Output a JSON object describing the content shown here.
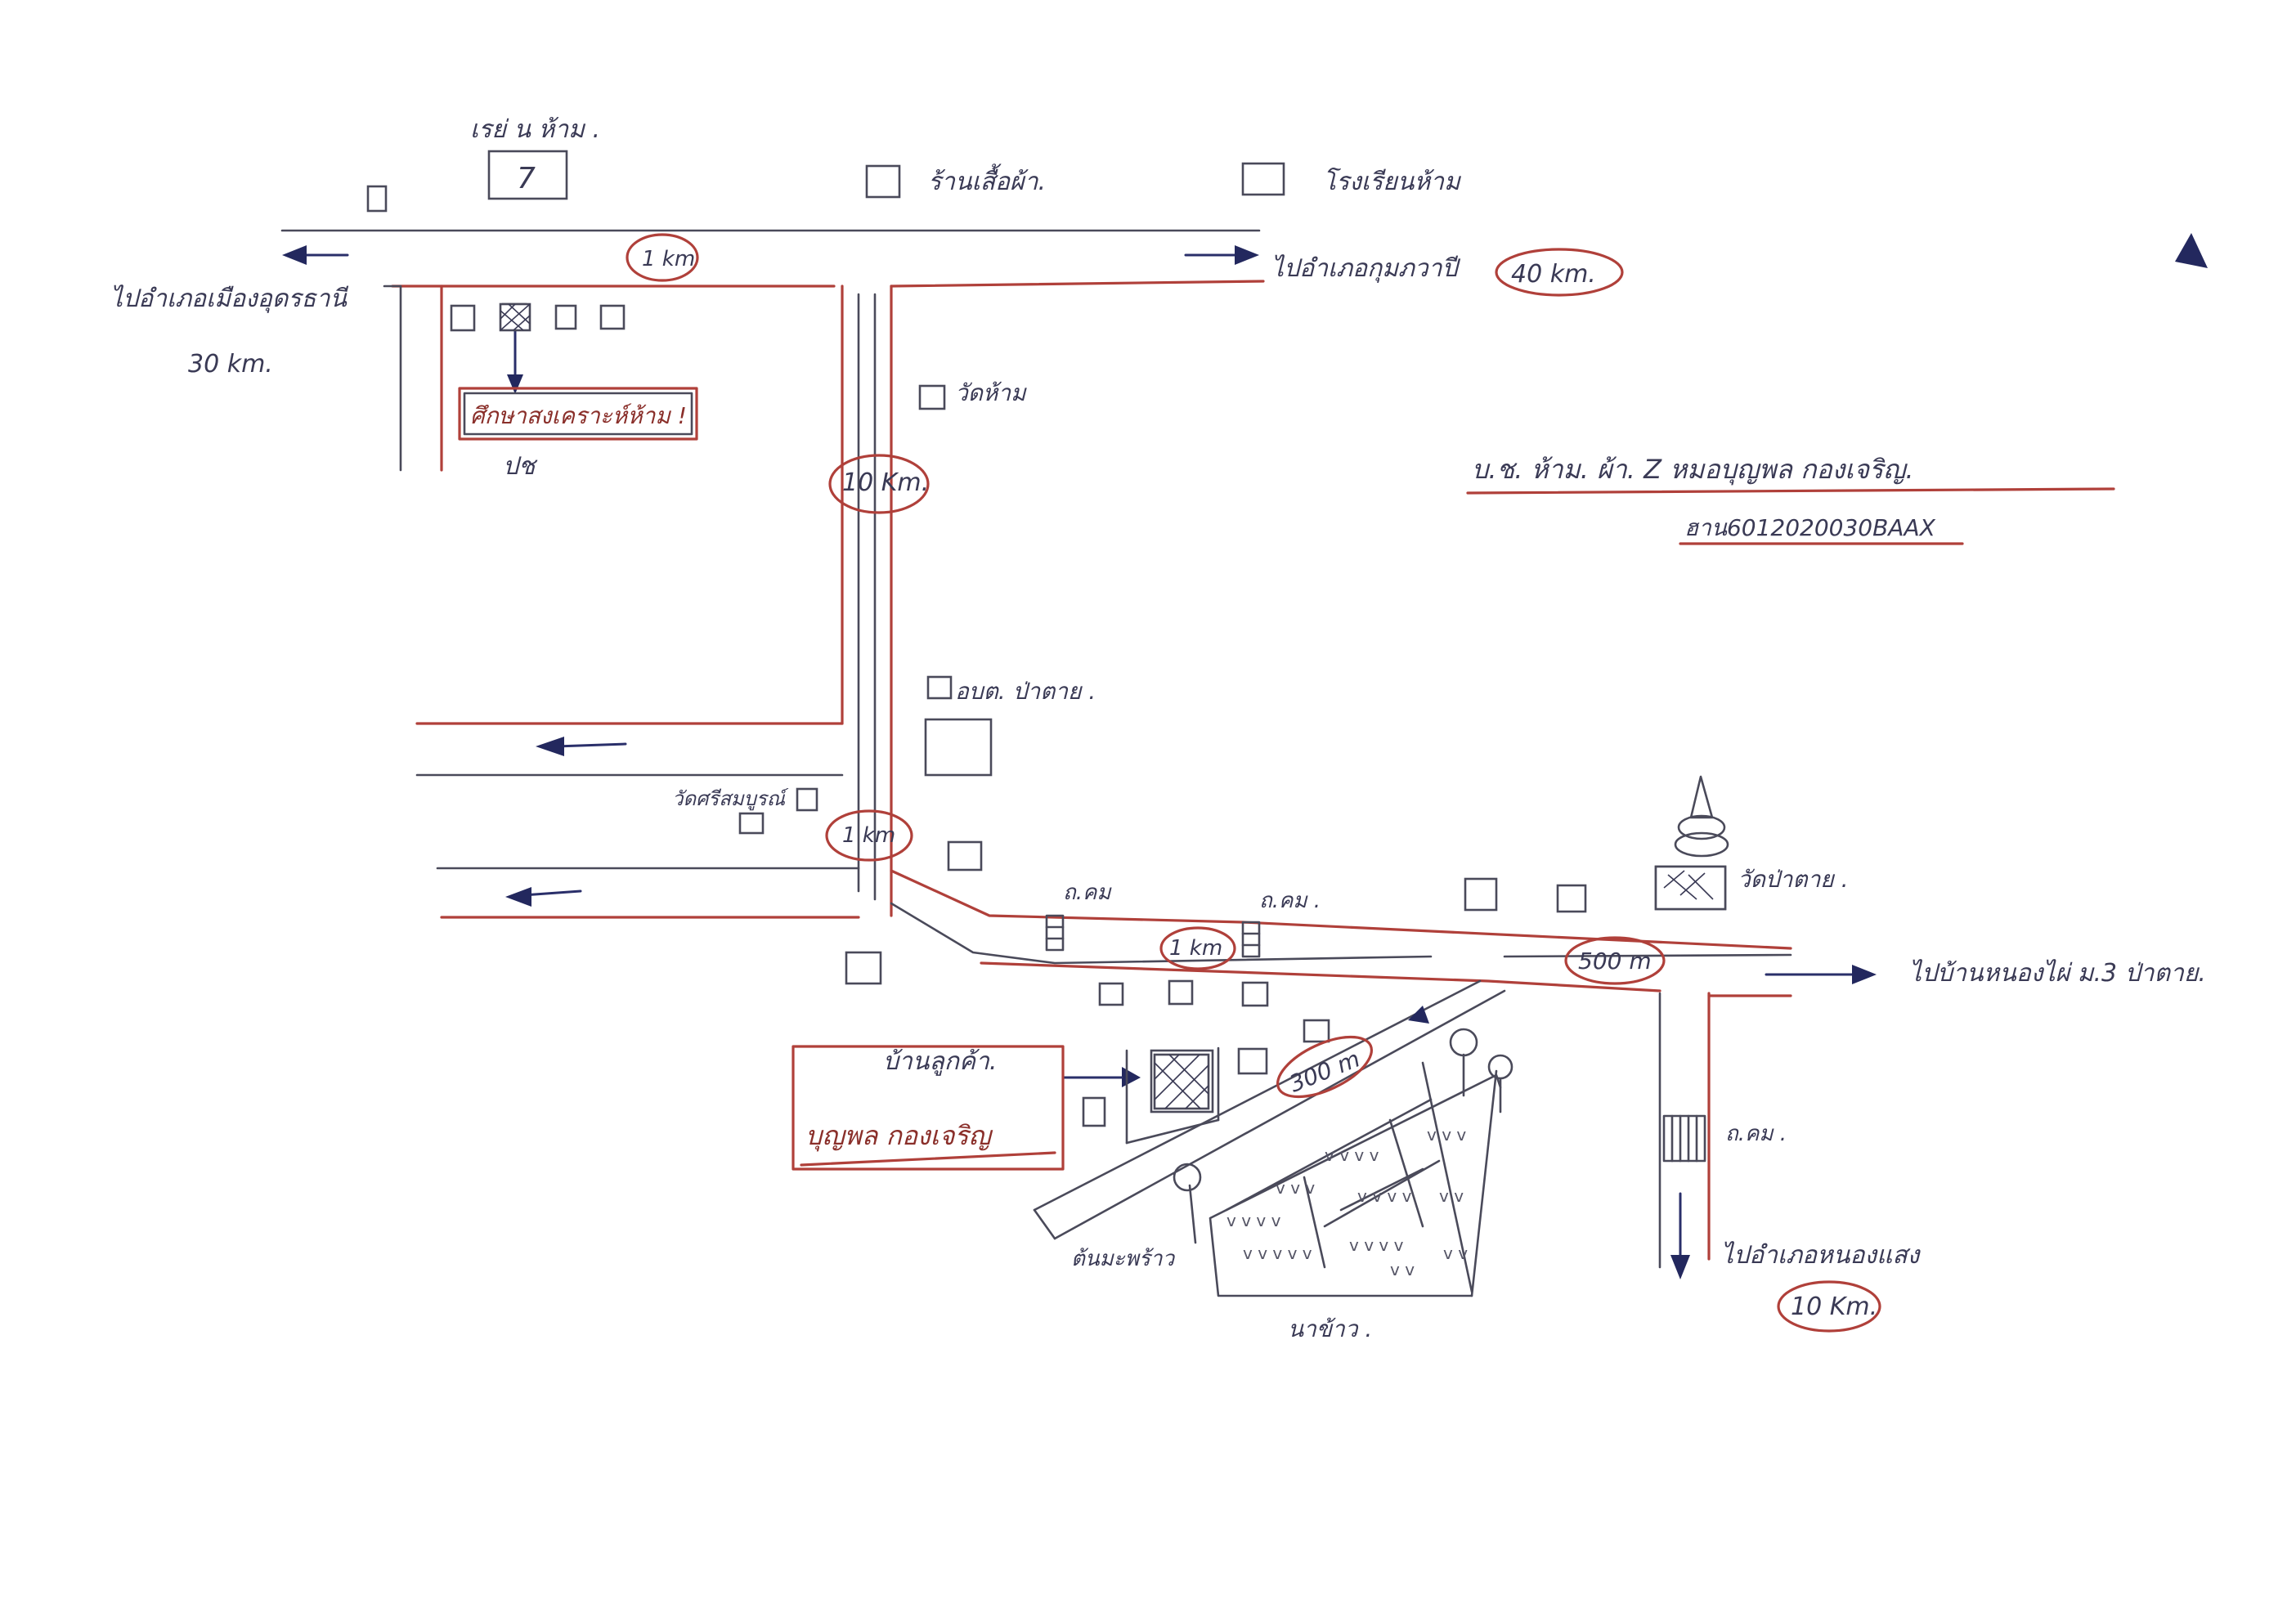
{
  "labels": {
    "top_left_shop": "เรย่ น ห้าม .",
    "shop_seven_mark": "7",
    "khao_shop": "ร้านเสื้อผ้า.",
    "right_shop": "โรงเรียนห้าม",
    "dist_top": "1 km",
    "to_left_city": "ไปอำเภอเมืองอุดรธานี",
    "to_left_city_km": "30 km.",
    "to_right_town": "ไปอำเภอกุมภวาปี",
    "to_right_town_km": "40 km.",
    "school_box": "ศึกษาสงเคราะห์ห้าม !",
    "school_box_note": "ปช",
    "temple_label": "วัดห้าม",
    "dist_vertical": "10 Km.",
    "header_line1": "บ.ช. ห้าม. ผ้า. Z หมอบุญพล กองเจริญ.",
    "header_line2": "ฮาน6012020030BAAX",
    "office_label": "อบต. ป่าตาย .",
    "wat_left_label": "วัดศรีสมบูรณ์",
    "dist_vertical_2": "1 km",
    "road_label_1": "ถ.คม",
    "road_label_2": "ถ.คม .",
    "dist_mid": "1 km",
    "dist_500": "500 m",
    "wat_right_label": "วัดป่าตาย .",
    "to_far_right": "ไปบ้านหนองไผ่ ม.3 ป่าตาย.",
    "road_label_3": "ถ.คม .",
    "to_bottom_right": "ไปอำเภอหนองแสง",
    "to_bottom_right_km": "10 Km.",
    "dist_300": "300 m",
    "home_label": "บ้านลูกค้า.",
    "home_owner": "บุญพล กองเจริญ",
    "coconut_label": "ต้นมะพร้าว",
    "field_label": "นาข้าว ."
  },
  "colors": {
    "red_ink": "#b0403a",
    "dark_ink": "#4a4a5a",
    "blue_ink": "#23285e"
  }
}
